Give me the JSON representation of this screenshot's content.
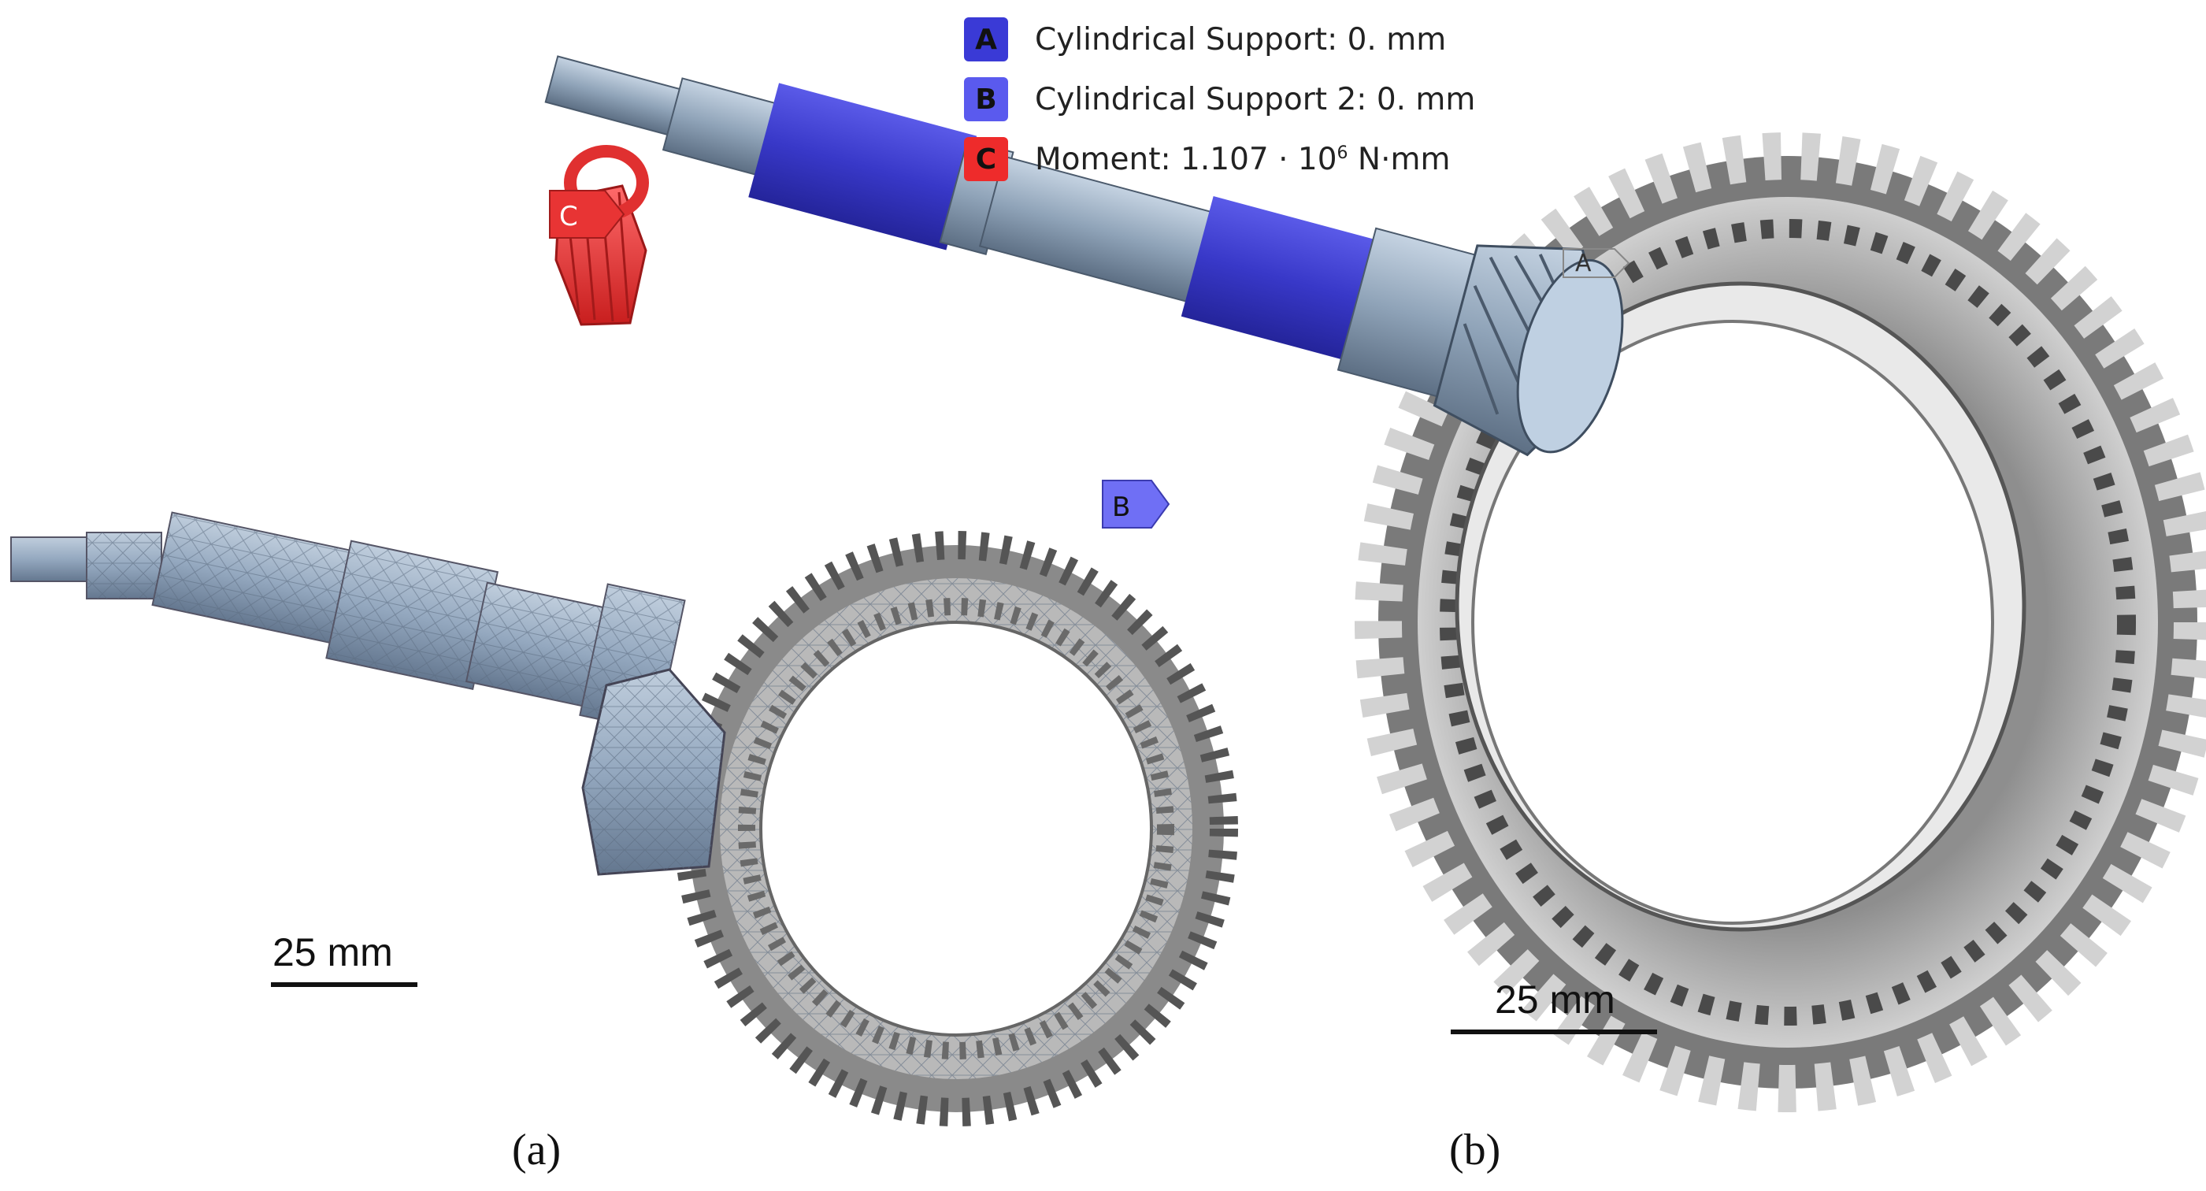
{
  "legend": {
    "items": [
      {
        "key": "A",
        "label": "Cylindrical Support: 0. mm",
        "color": "#3a3ad6"
      },
      {
        "key": "B",
        "label": "Cylindrical Support 2: 0. mm",
        "color": "#5a5aee"
      },
      {
        "key": "C",
        "label_prefix": "Moment: 1.107 · 10",
        "label_exponent": "6",
        "label_suffix": " N·mm",
        "color": "#ee2b2b"
      }
    ]
  },
  "markers": {
    "a": "A",
    "b": "B",
    "c": "C"
  },
  "scale_bars": {
    "left": "25 mm",
    "right": "25 mm"
  },
  "panels": {
    "a": "(a)",
    "b": "(b)"
  },
  "colors": {
    "shaft_support": "#3f3fd0",
    "shaft_metal": "#8fa3b8",
    "moment": "#e03030",
    "gear_gray": "#9a9a9a",
    "mesh_blue": "#9fb2c8"
  }
}
